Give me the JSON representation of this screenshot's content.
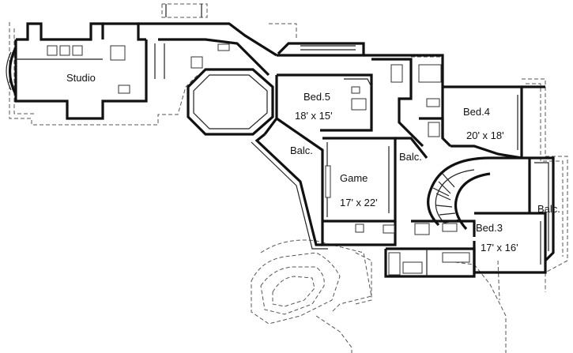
{
  "rooms": {
    "studio": {
      "name": "Studio"
    },
    "bed5": {
      "name": "Bed.5",
      "size": "18' x 15'"
    },
    "bed4": {
      "name": "Bed.4",
      "size": "20' x 18'"
    },
    "bed3": {
      "name": "Bed.3",
      "size": "17' x 16'"
    },
    "game": {
      "name": "Game",
      "size": "17' x 22'"
    },
    "balc_left": {
      "name": "Balc."
    },
    "balc_mid": {
      "name": "Balc."
    },
    "balc_right": {
      "name": "Balc."
    }
  }
}
